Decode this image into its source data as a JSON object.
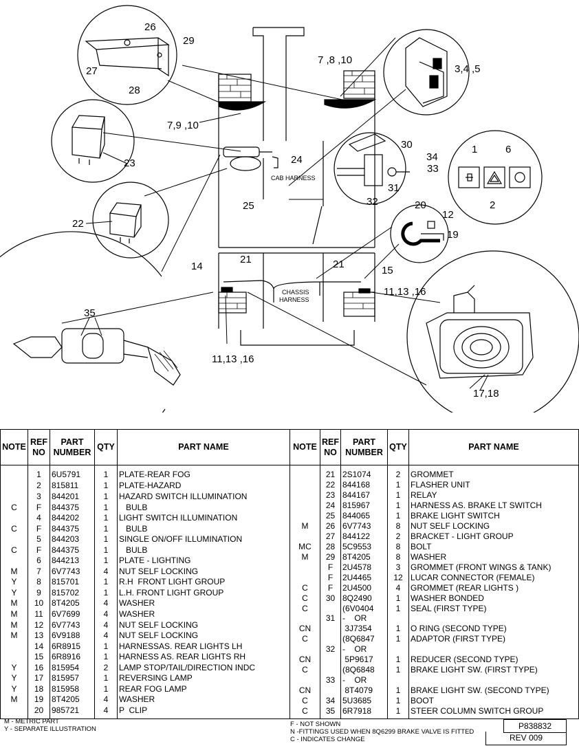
{
  "diagram": {
    "callouts": {
      "c26": "26",
      "c29": "29",
      "c27": "27",
      "c28": "28",
      "c7_8_10": "7 ,8 ,10",
      "c3_4_5": "3,4 ,5",
      "c7_9_10": "7,9 ,10",
      "c23": "23",
      "c24": "24",
      "c25": "25",
      "c30": "30",
      "c34": "34",
      "c33": "33",
      "c31": "31",
      "c32": "32",
      "c1": "1",
      "c6": "6",
      "c2": "2",
      "c22": "22",
      "c20": "20",
      "c12": "12",
      "c19": "19",
      "c14": "14",
      "c21a": "21",
      "c21b": "21",
      "c15": "15",
      "c11_13_16_r": "11,13 ,16",
      "c35": "35",
      "c11_13_16_b": "11,13 ,16",
      "c17_18": "17,18"
    },
    "cab_harness": "CAB HARNESS",
    "chassis_harness": "CHASSIS\nHARNESS"
  },
  "headers": {
    "note": "NOTE",
    "ref_no": "REF NO",
    "part_number": "PART NUMBER",
    "qty": "QTY",
    "part_name": "PART NAME"
  },
  "left_rows": [
    {
      "note": "",
      "ref": "1",
      "pn": "6U5791",
      "qty": "1",
      "name": "PLATE-REAR FOG"
    },
    {
      "note": "",
      "ref": "2",
      "pn": "815811",
      "qty": "1",
      "name": "PLATE-HAZARD"
    },
    {
      "note": "",
      "ref": "3",
      "pn": "844201",
      "qty": "1",
      "name": "HAZARD SWITCH ILLUMINATION"
    },
    {
      "note": "C",
      "ref": "F",
      "pn": "844375",
      "qty": "1",
      "name": "   BULB"
    },
    {
      "note": "",
      "ref": "4",
      "pn": "844202",
      "qty": "1",
      "name": "LIGHT SWITCH ILLUMINATION"
    },
    {
      "note": "C",
      "ref": "F",
      "pn": "844375",
      "qty": "1",
      "name": "   BULB"
    },
    {
      "note": "",
      "ref": "5",
      "pn": "844203",
      "qty": "1",
      "name": "SINGLE ON/OFF ILLUMINATION"
    },
    {
      "note": "C",
      "ref": "F",
      "pn": "844375",
      "qty": "1",
      "name": "   BULB"
    },
    {
      "note": "",
      "ref": "6",
      "pn": "844213",
      "qty": "1",
      "name": "PLATE - LIGHTING"
    },
    {
      "note": "M",
      "ref": "7",
      "pn": "6V7743",
      "qty": "4",
      "name": "NUT SELF LOCKING"
    },
    {
      "note": "Y",
      "ref": "8",
      "pn": "815701",
      "qty": "1",
      "name": "R.H  FRONT LIGHT GROUP"
    },
    {
      "note": "Y",
      "ref": "9",
      "pn": "815702",
      "qty": "1",
      "name": "L.H. FRONT LIGHT GROUP"
    },
    {
      "note": "M",
      "ref": "10",
      "pn": "8T4205",
      "qty": "4",
      "name": "WASHER"
    },
    {
      "note": "M",
      "ref": "11",
      "pn": "6V7699",
      "qty": "4",
      "name": "WASHER"
    },
    {
      "note": "M",
      "ref": "12",
      "pn": "6V7743",
      "qty": "4",
      "name": "NUT SELF LOCKING"
    },
    {
      "note": "M",
      "ref": "13",
      "pn": "6V9188",
      "qty": "4",
      "name": "NUT SELF LOCKING"
    },
    {
      "note": "",
      "ref": "14",
      "pn": "6R8915",
      "qty": "1",
      "name": "HARNESSAS. REAR LIGHTS LH"
    },
    {
      "note": "",
      "ref": "15",
      "pn": "6R8916",
      "qty": "1",
      "name": "HARNESS AS. REAR LIGHTS RH"
    },
    {
      "note": "Y",
      "ref": "16",
      "pn": "815954",
      "qty": "2",
      "name": "LAMP STOP/TAIL/DIRECTION INDC"
    },
    {
      "note": "Y",
      "ref": "17",
      "pn": "815957",
      "qty": "1",
      "name": "REVERSING LAMP"
    },
    {
      "note": "Y",
      "ref": "18",
      "pn": "815958",
      "qty": "1",
      "name": "REAR FOG LAMP"
    },
    {
      "note": "M",
      "ref": "19",
      "pn": "8T4205",
      "qty": "4",
      "name": "WASHER"
    },
    {
      "note": "",
      "ref": "20",
      "pn": "985721",
      "qty": "4",
      "name": "P  CLIP"
    }
  ],
  "right_rows": [
    {
      "note": "",
      "ref": "21",
      "pn": "2S1074",
      "qty": "2",
      "name": "GROMMET"
    },
    {
      "note": "",
      "ref": "22",
      "pn": "844168",
      "qty": "1",
      "name": "FLASHER UNIT"
    },
    {
      "note": "",
      "ref": "23",
      "pn": "844167",
      "qty": "1",
      "name": "RELAY"
    },
    {
      "note": "",
      "ref": "24",
      "pn": "815967",
      "qty": "1",
      "name": "HARNESS AS. BRAKE LT SWITCH"
    },
    {
      "note": "",
      "ref": "25",
      "pn": "844065",
      "qty": "1",
      "name": "BRAKE LIGHT SWITCH"
    },
    {
      "note": "M",
      "ref": "26",
      "pn": "6V7743",
      "qty": "8",
      "name": "NUT SELF LOCKING"
    },
    {
      "note": "",
      "ref": "27",
      "pn": "844122",
      "qty": "2",
      "name": "BRACKET - LIGHT GROUP"
    },
    {
      "note": "MC",
      "ref": "28",
      "pn": "5C9553",
      "qty": "8",
      "name": "BOLT"
    },
    {
      "note": "M",
      "ref": "29",
      "pn": "8T4205",
      "qty": "8",
      "name": "WASHER"
    },
    {
      "note": "",
      "ref": "F",
      "pn": "2U4578",
      "qty": "3",
      "name": "GROMMET (FRONT WINGS & TANK)"
    },
    {
      "note": "",
      "ref": "F",
      "pn": "2U4465",
      "qty": "12",
      "name": "LUCAR CONNECTOR (FEMALE)"
    },
    {
      "note": "C",
      "ref": "F",
      "pn": "2U4500",
      "qty": "4",
      "name": "GROMMET (REAR LIGHTS )"
    },
    {
      "note": "C",
      "ref": "30",
      "pn": "8Q2490",
      "qty": "1",
      "name": "WASHER BONDED"
    },
    {
      "note": "C",
      "ref": "",
      "pn": "(6V0404",
      "qty": "1",
      "name": "SEAL (FIRST TYPE)"
    },
    {
      "note": "",
      "ref": "31",
      "pn": "-    OR",
      "qty": "",
      "name": ""
    },
    {
      "note": "CN",
      "ref": "",
      "pn": " 3J7354",
      "qty": "1",
      "name": "O RING (SECOND TYPE)"
    },
    {
      "note": "C",
      "ref": "",
      "pn": "(8Q6847",
      "qty": "1",
      "name": "ADAPTOR (FIRST TYPE)"
    },
    {
      "note": "",
      "ref": "32",
      "pn": "-    OR",
      "qty": "",
      "name": ""
    },
    {
      "note": "CN",
      "ref": "",
      "pn": " 5P9617",
      "qty": "1",
      "name": "REDUCER (SECOND TYPE)"
    },
    {
      "note": "C",
      "ref": "",
      "pn": "(8Q6848",
      "qty": "1",
      "name": "BRAKE LIGHT SW. (FIRST TYPE)"
    },
    {
      "note": "",
      "ref": "33",
      "pn": "-    OR",
      "qty": "",
      "name": ""
    },
    {
      "note": "CN",
      "ref": "",
      "pn": " 8T4079",
      "qty": "1",
      "name": "BRAKE LIGHT SW. (SECOND TYPE)"
    },
    {
      "note": "C",
      "ref": "34",
      "pn": "5U3685",
      "qty": "1",
      "name": "BOOT"
    },
    {
      "note": "C",
      "ref": "35",
      "pn": "6R7918",
      "qty": "1",
      "name": "STEER COLUMN SWITCH GROUP"
    }
  ],
  "legend_left": [
    "M - METRIC PART",
    "Y - SEPARATE ILLUSTRATION"
  ],
  "legend_right": [
    "F - NOT SHOWN",
    "N -FITTINGS USED WHEN 8Q6299 BRAKE VALVE IS FITTED",
    "C - INDICATES CHANGE"
  ],
  "ref_code": "P838832",
  "revision": "REV 009"
}
